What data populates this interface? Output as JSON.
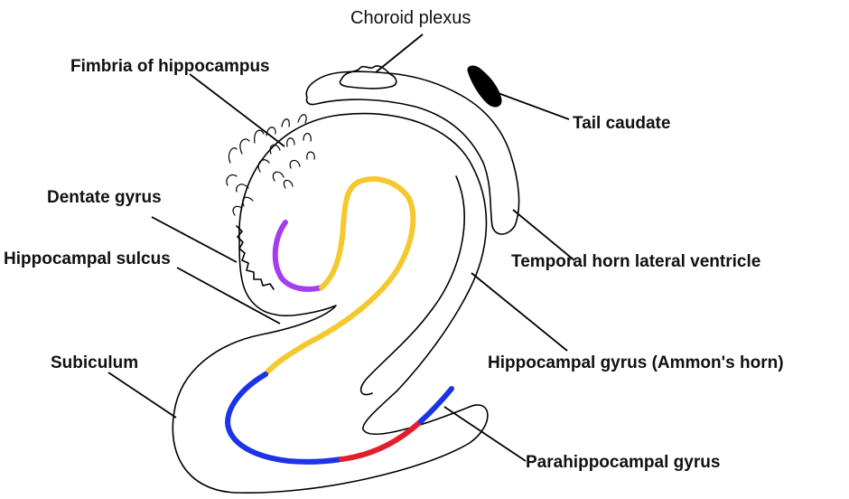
{
  "labels": {
    "choroid_plexus": "Choroid plexus",
    "fimbria": "Fimbria of hippocampus",
    "tail_caudate": "Tail caudate",
    "dentate_gyrus": "Dentate gyrus",
    "hippocampal_sulcus": "Hippocampal sulcus",
    "temporal_horn": "Temporal horn lateral ventricle",
    "subiculum": "Subiculum",
    "hippocampal_gyrus": "Hippocampal gyrus (Ammon's horn)",
    "parahippocampal_gyrus": "Parahippocampal gyrus"
  },
  "colors": {
    "dentate_band": "#a63cf0",
    "ammon_band": "#f5c82e",
    "subiculum_band": "#1a34e6",
    "parahippocampal_band": "#e31e2a",
    "caudate_fill": "#000000",
    "outline": "#000000"
  }
}
